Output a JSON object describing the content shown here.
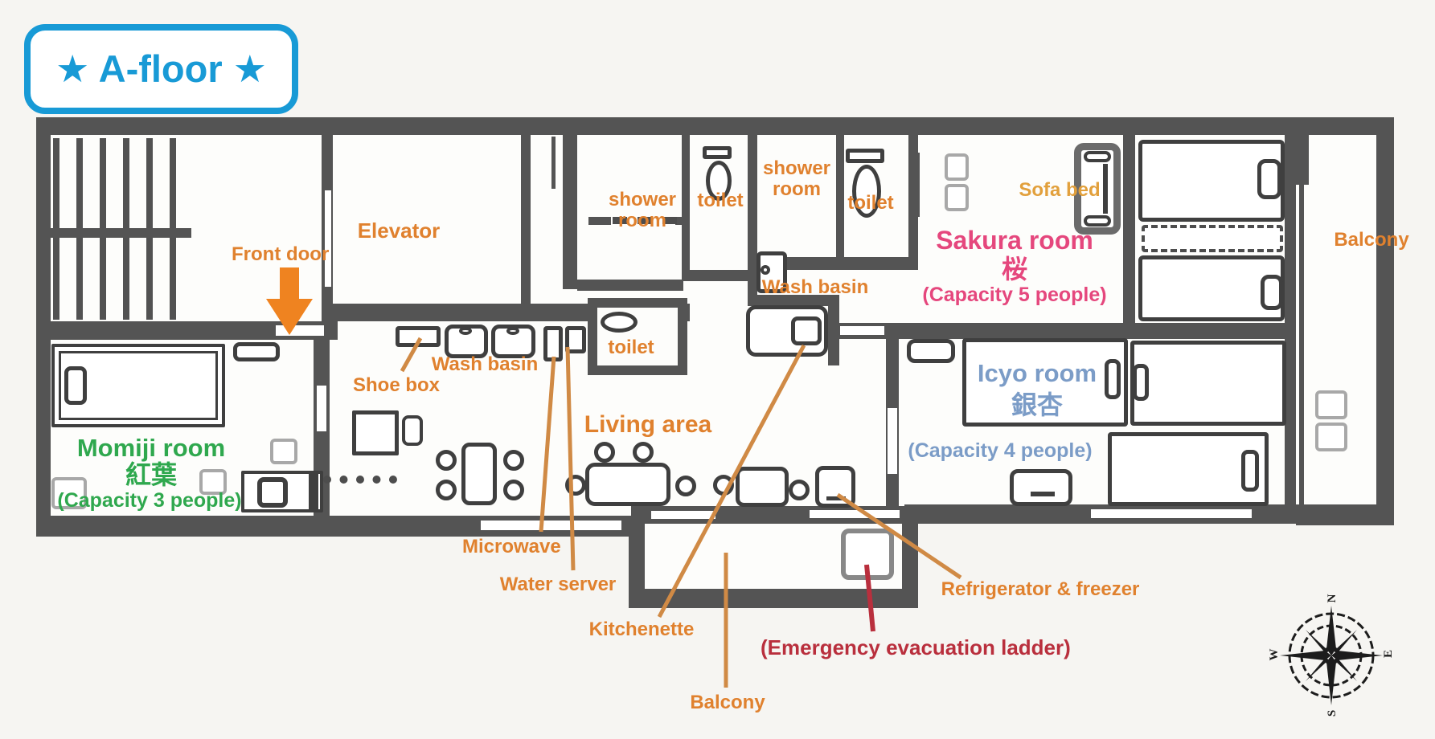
{
  "title": "★ A-floor ★",
  "colors": {
    "orange": "#e0812e",
    "gold": "#e2a03c",
    "pink": "#e5477d",
    "green": "#2fa84e",
    "blue_room": "#7b9cc7",
    "title_blue": "#189ad6",
    "red": "#b92f3d",
    "wall": "#545454"
  },
  "labels": {
    "front_door": "Front door",
    "elevator": "Elevator",
    "shower_room_1": "shower room",
    "toilet_1": "toilet",
    "shower_room_2": "shower room",
    "toilet_2": "toilet",
    "toilet_3": "toilet",
    "wash_basin_mid": "Wash basin",
    "wash_basin_entrance": "Wash basin",
    "shoe_box": "Shoe box",
    "sofa_bed": "Sofa bed",
    "balcony_right": "Balcony",
    "living_area": "Living area",
    "microwave": "Microwave",
    "water_server": "Water server",
    "kitchenette": "Kitchenette",
    "balcony_bottom": "Balcony",
    "refrigerator": "Refrigerator & freezer",
    "emergency_ladder": "(Emergency evacuation ladder)"
  },
  "rooms": {
    "sakura": {
      "name": "Sakura room",
      "kanji": "桜",
      "capacity": "(Capacity 5 people)"
    },
    "icyo": {
      "name": "Icyo room",
      "kanji": "銀杏",
      "capacity": "(Capacity 4 people)"
    },
    "momiji": {
      "name": "Momiji room",
      "kanji": "紅葉",
      "capacity": "(Capacity 3 people)"
    }
  },
  "compass": {
    "n": "N",
    "e": "E",
    "s": "S",
    "w": "W"
  }
}
